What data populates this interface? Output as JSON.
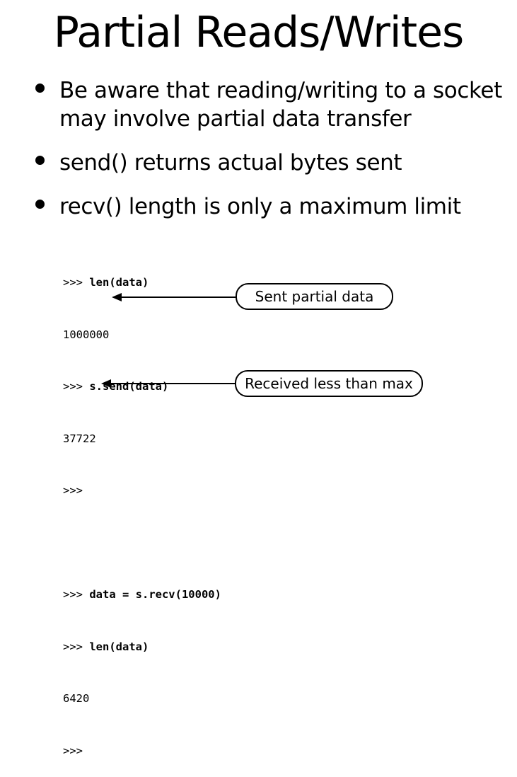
{
  "slide": {
    "title": "Partial Reads/Writes",
    "bullets": [
      "Be aware that reading/writing to a socket may involve partial data transfer",
      "send() returns actual bytes sent",
      "recv() length is only a maximum limit"
    ]
  },
  "code": {
    "block1": [
      {
        "prompt": ">>> ",
        "cmd": "len(data)"
      },
      {
        "output": "1000000"
      },
      {
        "prompt": ">>> ",
        "cmd": "s.send(data)"
      },
      {
        "output": "37722"
      },
      {
        "prompt": ">>>",
        "cmd": ""
      }
    ],
    "block2": [
      {
        "prompt": ">>> ",
        "cmd": "data = s.recv(10000)"
      },
      {
        "prompt": ">>> ",
        "cmd": "len(data)"
      },
      {
        "output": "6420"
      },
      {
        "prompt": ">>>",
        "cmd": ""
      }
    ]
  },
  "callouts": {
    "sent": "Sent partial data",
    "received": "Received less than max"
  }
}
